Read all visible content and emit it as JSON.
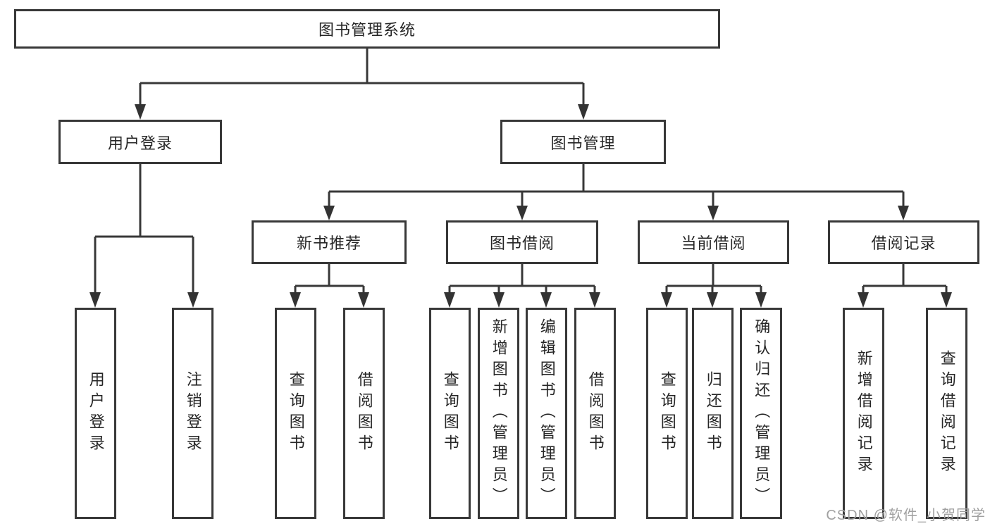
{
  "diagram": {
    "root": "图书管理系统",
    "branches": [
      {
        "label": "用户登录",
        "leaves": [
          "用户登录",
          "注销登录"
        ]
      },
      {
        "label": "图书管理",
        "groups": [
          {
            "label": "新书推荐",
            "leaves": [
              "查询图书",
              "借阅图书"
            ]
          },
          {
            "label": "图书借阅",
            "leaves": [
              "查询图书",
              "新增图书（管理员）",
              "编辑图书（管理员）",
              "借阅图书"
            ]
          },
          {
            "label": "当前借阅",
            "leaves": [
              "查询图书",
              "归还图书",
              "确认归还（管理员）"
            ]
          },
          {
            "label": "借阅记录",
            "leaves": [
              "新增借阅记录",
              "查询借阅记录"
            ]
          }
        ]
      }
    ]
  },
  "watermark": "CSDN @软件_小贺同学",
  "colors": {
    "line": "#383838",
    "text": "#262626",
    "watermark": "#a0a0a0",
    "background": "#ffffff"
  }
}
